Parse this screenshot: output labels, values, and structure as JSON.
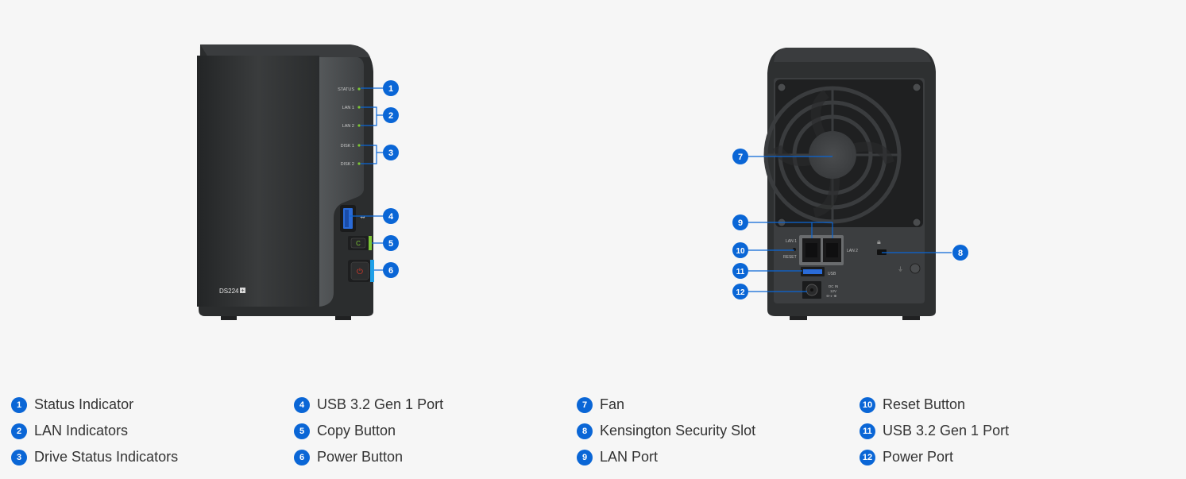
{
  "front": {
    "model_label": "DS224",
    "model_badge": "+",
    "led_labels": [
      "STATUS",
      "LAN 1",
      "LAN 2",
      "DISK 1",
      "DISK 2"
    ],
    "copy_glyph": "C"
  },
  "rear": {
    "lan1_label": "LAN 1",
    "lan2_label": "LAN 2",
    "reset_label": "RESET",
    "usb_label": "USB",
    "power_spec": [
      "DC IN",
      "12V",
      "⊖-◐-⊕"
    ]
  },
  "callouts": [
    "1",
    "2",
    "3",
    "4",
    "5",
    "6",
    "7",
    "8",
    "9",
    "10",
    "11",
    "12"
  ],
  "legend": [
    {
      "num": "1",
      "label": "Status Indicator"
    },
    {
      "num": "2",
      "label": "LAN Indicators"
    },
    {
      "num": "3",
      "label": "Drive Status Indicators"
    },
    {
      "num": "4",
      "label": "USB 3.2 Gen 1 Port"
    },
    {
      "num": "5",
      "label": "Copy Button"
    },
    {
      "num": "6",
      "label": "Power Button"
    },
    {
      "num": "7",
      "label": "Fan"
    },
    {
      "num": "8",
      "label": "Kensington Security Slot"
    },
    {
      "num": "9",
      "label": "LAN Port"
    },
    {
      "num": "10",
      "label": "Reset Button"
    },
    {
      "num": "11",
      "label": "USB 3.2 Gen 1 Port"
    },
    {
      "num": "12",
      "label": "Power Port"
    }
  ],
  "colors": {
    "accent": "#0a66d6",
    "led_green": "#7ec836",
    "power_blue": "#1fa0e8",
    "power_red": "#e03a2a",
    "usb_blue": "#2a6bd8",
    "chassis": "#2b2d2e"
  }
}
